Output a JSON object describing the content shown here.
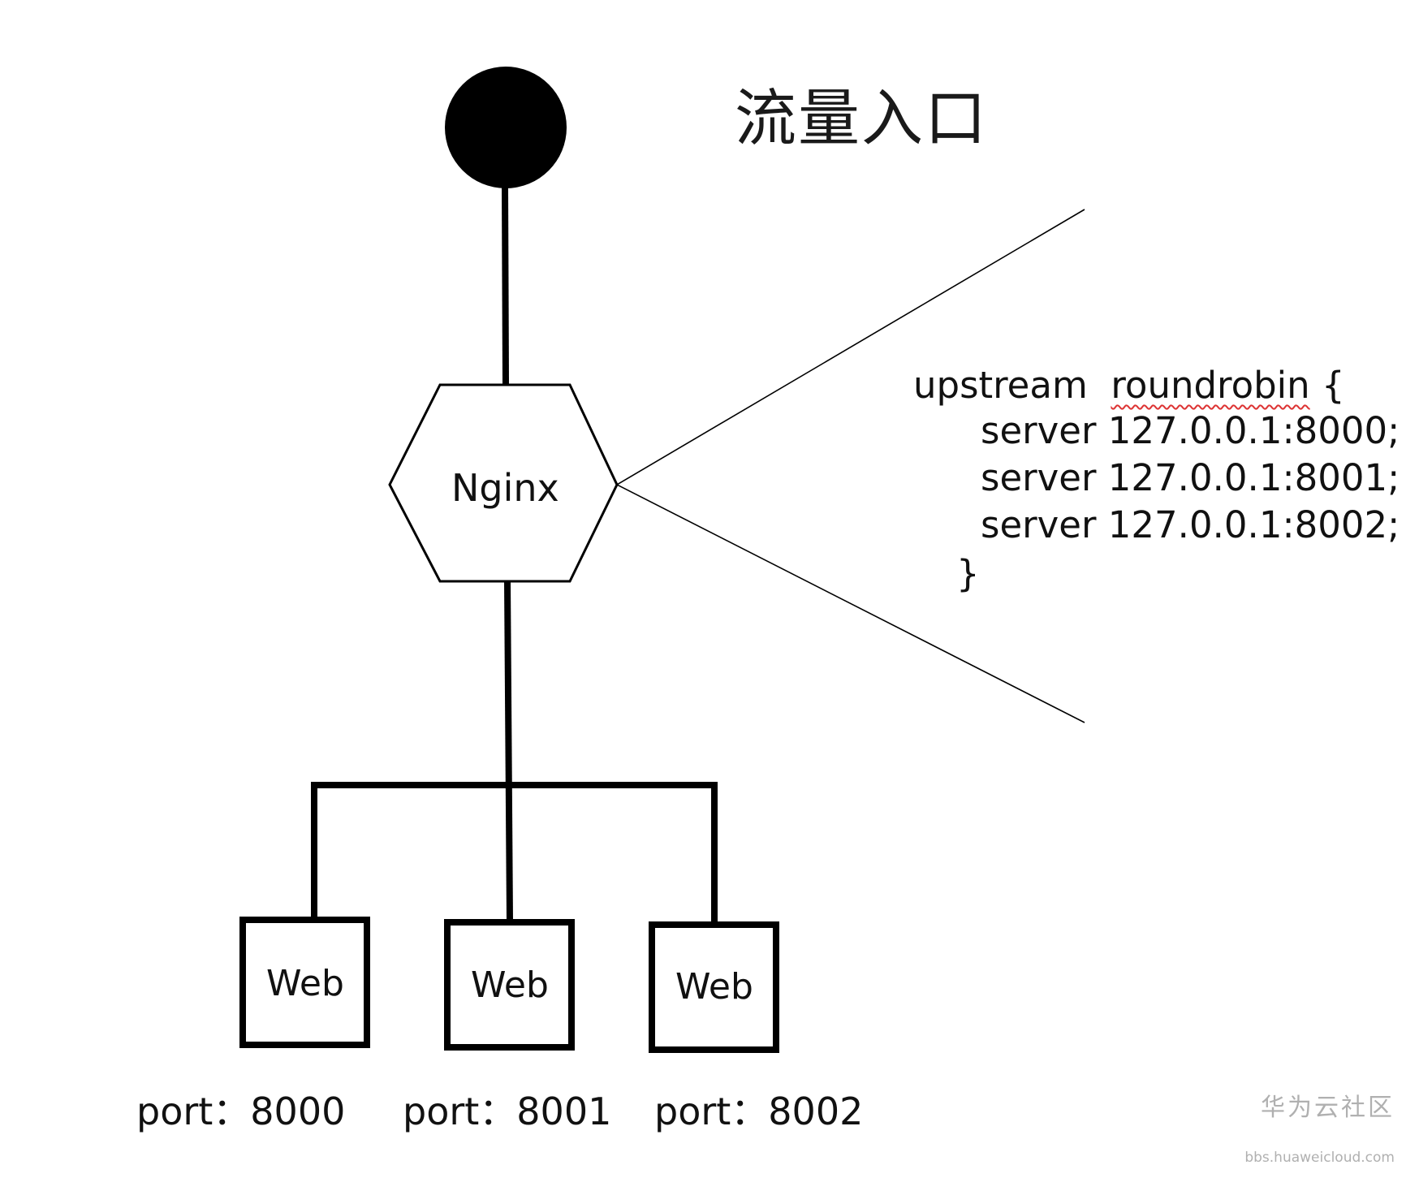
{
  "title": "流量入口",
  "nginx": {
    "label": "Nginx"
  },
  "web_servers": [
    {
      "label": "Web",
      "port_label": "port：8000"
    },
    {
      "label": "Web",
      "port_label": "port：8001"
    },
    {
      "label": "Web",
      "port_label": "port：8002"
    }
  ],
  "config": {
    "keyword": "upstream",
    "name": "roundrobin",
    "open": "{",
    "lines": [
      "server 127.0.0.1:8000;",
      "server 127.0.0.1:8001;",
      "server 127.0.0.1:8002;"
    ],
    "close": "}"
  },
  "watermark": {
    "name": "华为云社区",
    "url": "bbs.huaweicloud.com"
  },
  "colors": {
    "stroke": "#000000",
    "background": "#ffffff",
    "watermark": "#b0b0b0",
    "spellcheck": "#dd3333"
  }
}
